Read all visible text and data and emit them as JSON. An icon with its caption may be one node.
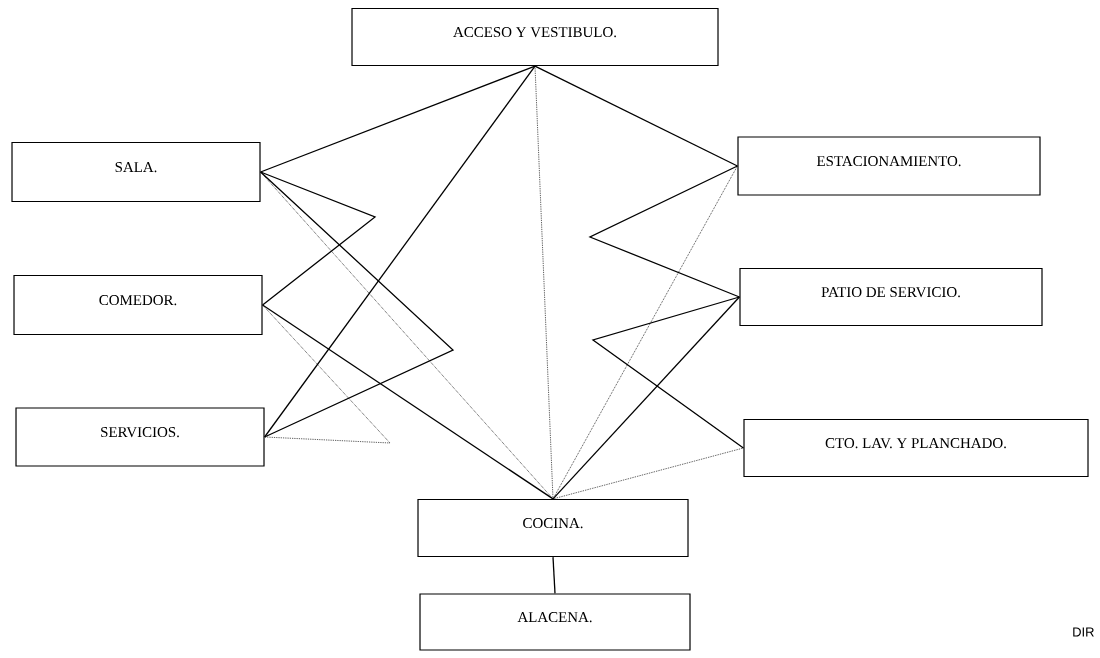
{
  "diagram": {
    "nodes": [
      {
        "text": [
          "ACCESO Y VESTIBULO."
        ]
      },
      {
        "text": [
          "SALA."
        ]
      },
      {
        "text": [
          "COMEDOR."
        ]
      },
      {
        "text": [
          "SERVICIOS."
        ]
      },
      {
        "text": [
          "ESTACIONAMIENTO."
        ]
      },
      {
        "text": [
          "PATIO DE SERVICIO."
        ]
      },
      {
        "text": [
          "CTO. LAV. Y PLANCHADO."
        ]
      },
      {
        "text": [
          "COCINA."
        ]
      },
      {
        "text": [
          "ALACENA."
        ]
      }
    ],
    "edges": [
      {
        "from": 0,
        "to": 1,
        "arrow": "none"
      },
      {
        "from": 0,
        "to": 4,
        "arrow": "none"
      },
      {
        "from": 0,
        "to": 3,
        "arrow": "none"
      },
      {
        "from": 0,
        "to": 7,
        "arrow": "none",
        "style": "dashed"
      },
      {
        "from": 1,
        "to": 2,
        "arrow": "none"
      },
      {
        "from": 1,
        "to": 3,
        "arrow": "none"
      },
      {
        "from": 1,
        "to": 7,
        "arrow": "none",
        "style": "dashed"
      },
      {
        "from": 2,
        "to": 7,
        "arrow": "none"
      },
      {
        "from": 2,
        "to": 3,
        "arrow": "none",
        "style": "dashed"
      },
      {
        "from": 4,
        "to": 5,
        "arrow": "none"
      },
      {
        "from": 4,
        "to": 7,
        "arrow": "none",
        "style": "dashed"
      },
      {
        "from": 5,
        "to": 6,
        "arrow": "none"
      },
      {
        "from": 5,
        "to": 7,
        "arrow": "none"
      },
      {
        "from": 6,
        "to": 7,
        "arrow": "none",
        "style": "dashed"
      },
      {
        "from": 7,
        "to": 8,
        "arrow": "none"
      }
    ],
    "labels": [
      "DIR"
    ]
  }
}
